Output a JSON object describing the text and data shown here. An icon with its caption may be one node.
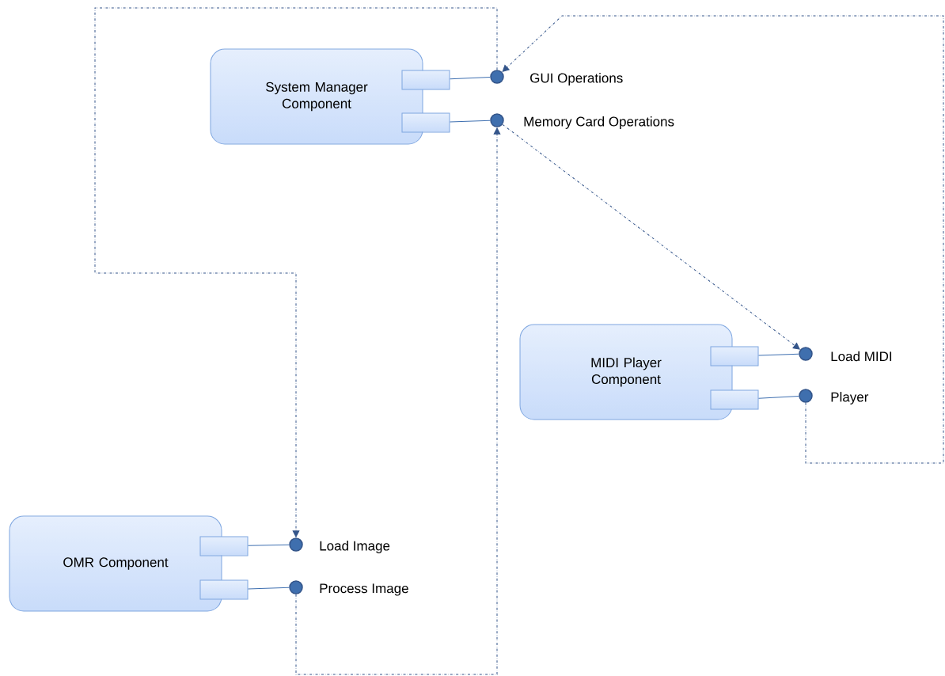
{
  "diagram": {
    "nodes": [
      {
        "text": [
          "System Manager Component"
        ]
      },
      {
        "text": [],
        "shape": "box"
      },
      {
        "text": [],
        "shape": "box"
      },
      {
        "text": [],
        "shape": "circle",
        "beside": [
          "GUI Operations"
        ]
      },
      {
        "text": [],
        "shape": "circle",
        "beside": [
          "Memory Card Operations"
        ]
      },
      {
        "text": [
          "MIDI Player Component"
        ]
      },
      {
        "text": [],
        "shape": "box"
      },
      {
        "text": [],
        "shape": "box"
      },
      {
        "text": [],
        "shape": "circle",
        "beside": [
          "Load MIDI"
        ]
      },
      {
        "text": [],
        "shape": "circle",
        "beside": [
          "Player"
        ]
      },
      {
        "text": [
          "OMR Component"
        ]
      },
      {
        "text": [],
        "shape": "box"
      },
      {
        "text": [],
        "shape": "box"
      },
      {
        "text": [],
        "shape": "circle",
        "beside": [
          "Load Image"
        ]
      },
      {
        "text": [],
        "shape": "circle",
        "beside": [
          "Process Image"
        ]
      }
    ],
    "edges": [
      {
        "from": 1,
        "to": 3,
        "arrow": "none"
      },
      {
        "from": 2,
        "to": 4,
        "arrow": "none"
      },
      {
        "from": 6,
        "to": 8,
        "arrow": "none"
      },
      {
        "from": 7,
        "to": 9,
        "arrow": "none"
      },
      {
        "from": 11,
        "to": 13,
        "arrow": "none"
      },
      {
        "from": 12,
        "to": 14,
        "arrow": "none"
      },
      {
        "from": 3,
        "to": 13,
        "arrow": "to",
        "style": "dashed"
      },
      {
        "from": 9,
        "to": 3,
        "arrow": "to",
        "style": "dashed"
      },
      {
        "from": 4,
        "to": 8,
        "arrow": "to",
        "style": "dashed"
      },
      {
        "from": 14,
        "to": 4,
        "arrow": "to",
        "style": "dashed"
      }
    ]
  }
}
